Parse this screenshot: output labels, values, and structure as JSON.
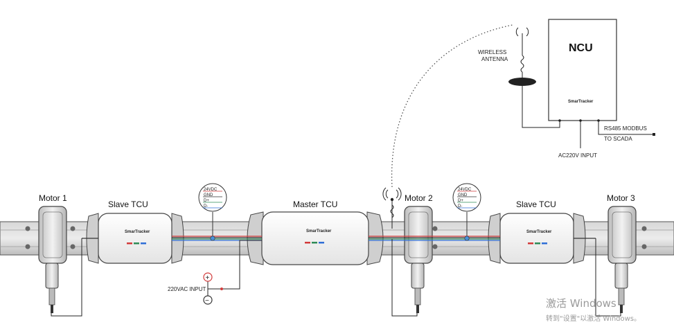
{
  "diagram": {
    "labels": {
      "motor1": "Motor 1",
      "motor2": "Motor 2",
      "motor3": "Motor 3",
      "slave_tcu_left": "Slave TCU",
      "master_tcu": "Master TCU",
      "slave_tcu_right": "Slave TCU",
      "ncu": "NCU",
      "wireless_line1": "WIRELESS",
      "wireless_line2": "ANTENNA",
      "ac_input": "AC220V INPUT",
      "rs485_line1": "RS485 MODBUS",
      "rs485_line2": "TO SCADA",
      "vac_input": "220VAC INPUT",
      "plus": "+",
      "minus": "−"
    },
    "bus_legend": [
      "24VDC",
      "GND",
      "D+",
      "D-"
    ],
    "bus_colors": [
      "#d23a3a",
      "#333333",
      "#2e8b57",
      "#2f6fd6"
    ],
    "brand": "SmarTracker"
  },
  "watermark": {
    "line1": "激活 Windows",
    "line2": "转到\"设置\"以激活 Windows。"
  }
}
